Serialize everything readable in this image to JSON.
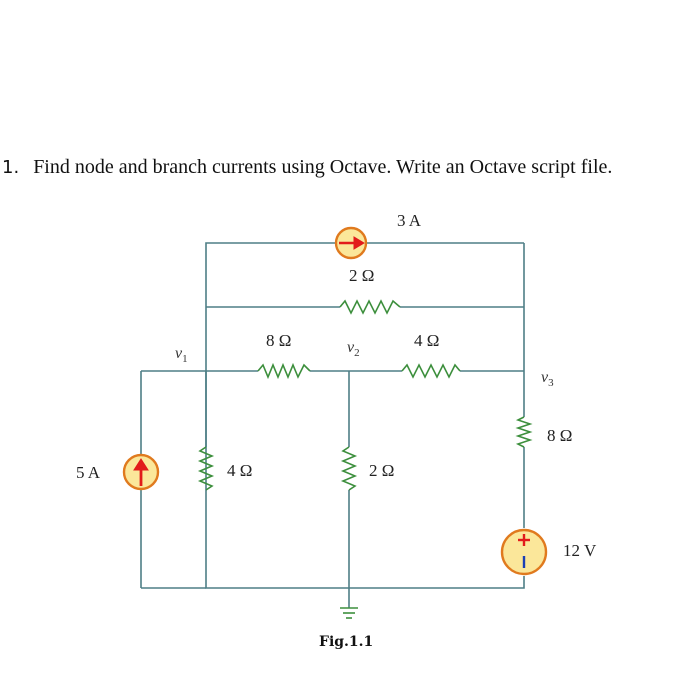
{
  "question": {
    "number": "1.",
    "text": "Find node and branch currents using Octave. Write an Octave script file."
  },
  "circuit": {
    "labels": {
      "source_3a": "3 A",
      "r_top_2": "2 Ω",
      "r_8_mid": "8 Ω",
      "r_4_mid": "4 Ω",
      "r_8_right": "8 Ω",
      "r_4_left": "4 Ω",
      "r_2_center": "2 Ω",
      "source_5a": "5 A",
      "source_12v": "12 V",
      "v1_sym": "v",
      "v1_sub": "1",
      "v2_sym": "v",
      "v2_sub": "2",
      "v3_sym": "v",
      "v3_sub": "3"
    },
    "caption": "Fig.1.1"
  },
  "colors": {
    "wire": "#4e7f86",
    "resistor": "#3d8f3d",
    "source_fill": "#fbe79a",
    "source_ring": "#e07a1e",
    "arrow": "#e21b1b"
  }
}
